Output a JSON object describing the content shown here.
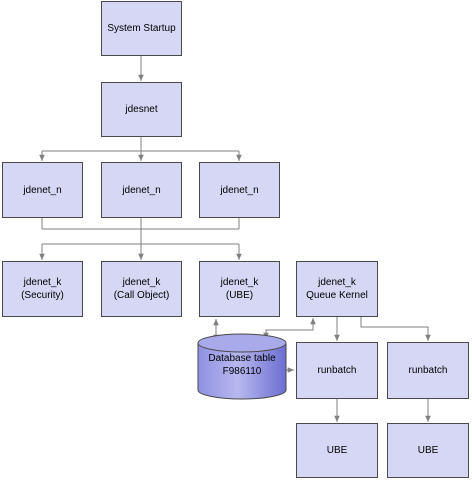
{
  "nodes": {
    "system_startup": [
      "System Startup"
    ],
    "jdesnet": [
      "jdesnet"
    ],
    "jdenet_n_1": [
      "jdenet_n"
    ],
    "jdenet_n_2": [
      "jdenet_n"
    ],
    "jdenet_n_3": [
      "jdenet_n"
    ],
    "jdenet_k_security": [
      "jdenet_k",
      "(Security)"
    ],
    "jdenet_k_call_object": [
      "jdenet_k",
      "(Call Object)"
    ],
    "jdenet_k_ube": [
      "jdenet_k",
      "(UBE)"
    ],
    "jdenet_k_queue": [
      "jdenet_k",
      "Queue Kernel"
    ],
    "database_table": [
      "Database table",
      "F986110"
    ],
    "runbatch_1": [
      "runbatch"
    ],
    "runbatch_2": [
      "runbatch"
    ],
    "ube_1": [
      "UBE"
    ],
    "ube_2": [
      "UBE"
    ]
  },
  "colors": {
    "box_fill": "#d6d7f4",
    "box_border": "#4a4a4a",
    "cylinder_light": "#b7b8ee",
    "cylinder_dark": "#6c6ed2",
    "connector": "#808080"
  }
}
